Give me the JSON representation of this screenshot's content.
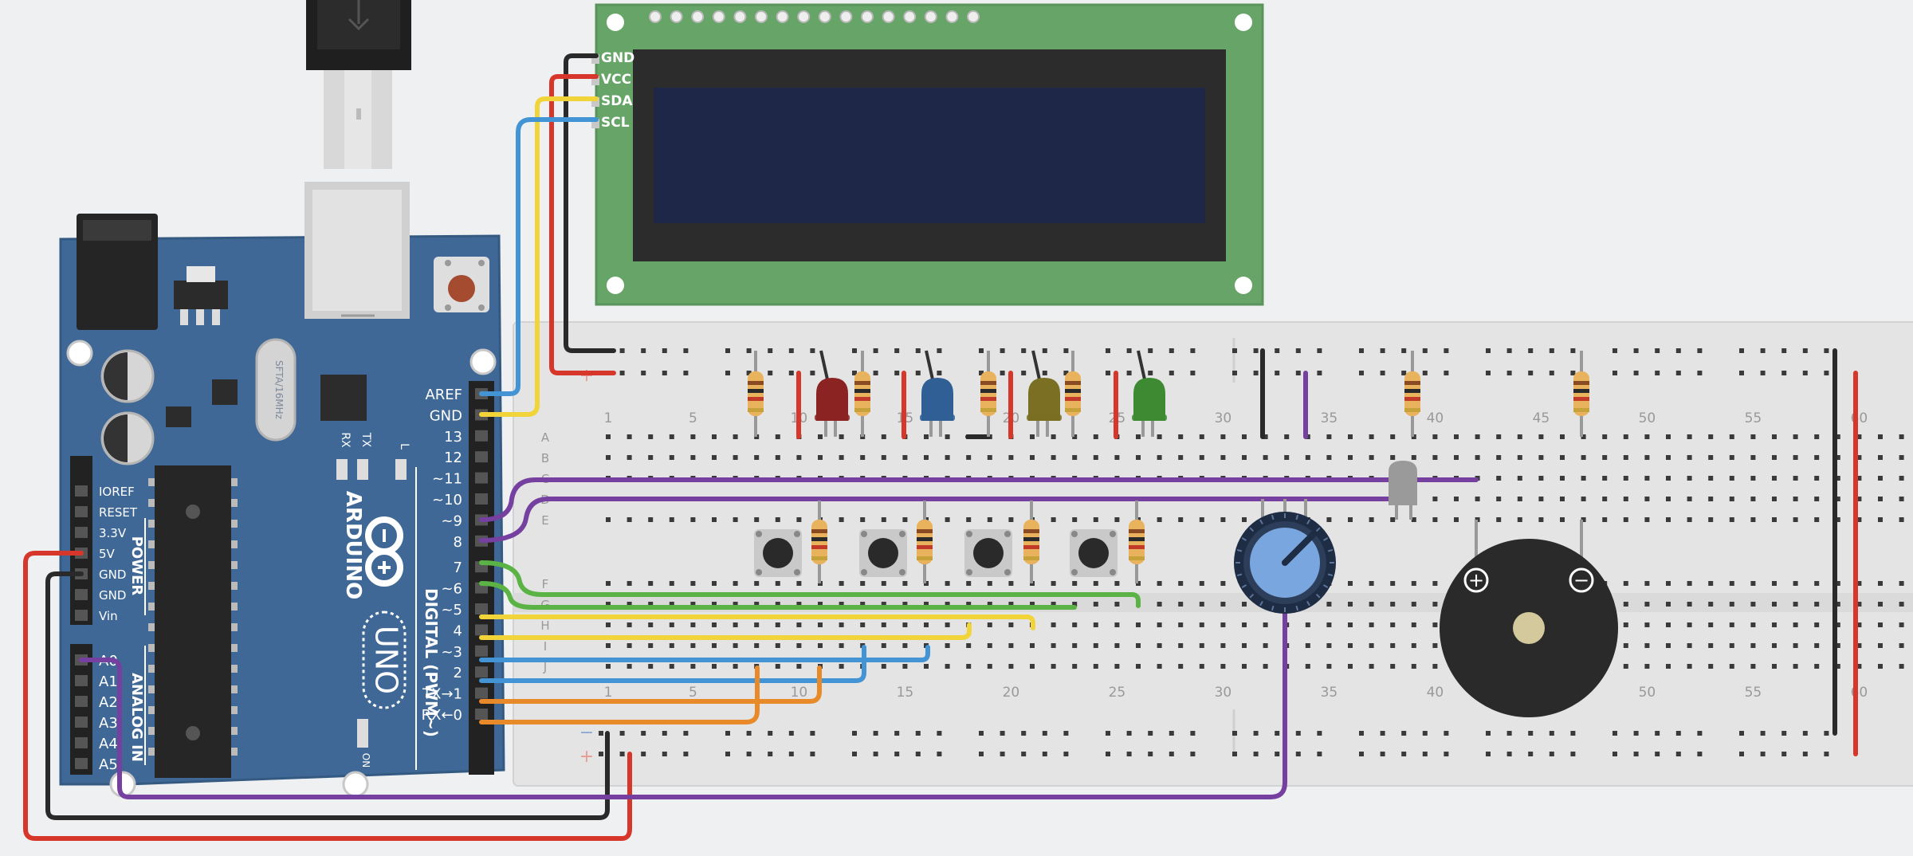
{
  "lcd": {
    "pins": [
      "GND",
      "VCC",
      "SDA",
      "SCL"
    ]
  },
  "arduino": {
    "digital_pins": [
      "AREF",
      "GND",
      "13",
      "12",
      "~11",
      "~10",
      "~9",
      "8",
      "7",
      "~6",
      "~5",
      "4",
      "~3",
      "2",
      "TX→1",
      "RX←0"
    ],
    "power_pins": [
      "IOREF",
      "RESET",
      "3.3V",
      "5V",
      "GND",
      "GND",
      "Vin"
    ],
    "analog_pins": [
      "A0",
      "A1",
      "A2",
      "A3",
      "A4",
      "A5"
    ],
    "digital_label": "DIGITAL (PWM~)",
    "power_label": "POWER",
    "analog_label": "ANALOG IN",
    "brand": "ARDUINO",
    "model": "UNO",
    "led_labels": [
      "RX",
      "TX",
      "L"
    ],
    "on_label": "ON",
    "crystal_label": "SFTA/16MHz"
  },
  "breadboard": {
    "rows_top": [
      "A",
      "B",
      "C",
      "D",
      "E"
    ],
    "rows_bottom": [
      "F",
      "G",
      "H",
      "I",
      "J"
    ],
    "column_numbers": [
      "1",
      "5",
      "10",
      "15",
      "20",
      "25",
      "30",
      "35",
      "40",
      "45",
      "50",
      "55",
      "60"
    ],
    "rail_minus": "−",
    "rail_plus": "+"
  },
  "buzzer": {
    "plus": "+",
    "minus": "−"
  },
  "colors": {
    "board_blue": "#3f6896",
    "lcd_pcb": "#67a468",
    "lcd_screen": "#1e2747",
    "breadboard": "#e4e4e4",
    "wire_red": "#d7372b",
    "wire_black": "#2a2a2a",
    "wire_yellow": "#f1d43a",
    "wire_blue": "#4294d4",
    "wire_green": "#5bb346",
    "wire_orange": "#e98a2a",
    "wire_purple": "#7540a0"
  }
}
